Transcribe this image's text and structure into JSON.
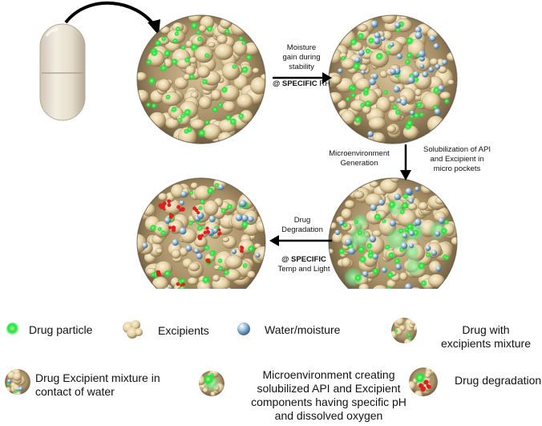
{
  "steps": {
    "moisture_gain": {
      "line1": "Moisture",
      "line2": "gain during",
      "line3": "stability",
      "condition_prefix": "@ ",
      "condition_bold": "SPECIFIC",
      "condition_suffix": " RH"
    },
    "microenvironment": {
      "line1": "Microenvironment",
      "line2": "Generation"
    },
    "solubilization": {
      "line1": "Solubilization of API",
      "line2": "and Excipient in",
      "line3": "micro pockets"
    },
    "degradation": {
      "line1": "Drug",
      "line2": "Degradation",
      "condition_prefix": "@ ",
      "condition_bold": "SPECIFIC",
      "condition_line2": "Temp and Light"
    }
  },
  "legend": {
    "drug_particle": "Drug particle",
    "excipients": "Excipients",
    "water": "Water/moisture",
    "drug_excipient_mixture_line1": "Drug with",
    "drug_excipient_mixture_line2": "excipients mixture",
    "contact_water_line1": "Drug Excipient mixture in",
    "contact_water_line2": "contact of water",
    "microenv_line1": "Microenvironment creating",
    "microenv_line2": "solubilized API and Excipient",
    "microenv_line3": "components having specific pH",
    "microenv_line4": "and dissolved oxygen",
    "degradation": "Drug degradation"
  },
  "colors": {
    "drug": "#22e03a",
    "excipient": "#e6d3a6",
    "excipient_shadow": "#6b5a3e",
    "water": "#7fa8c9",
    "degradation": "#e02020",
    "capsule": "#e9e1d3"
  }
}
